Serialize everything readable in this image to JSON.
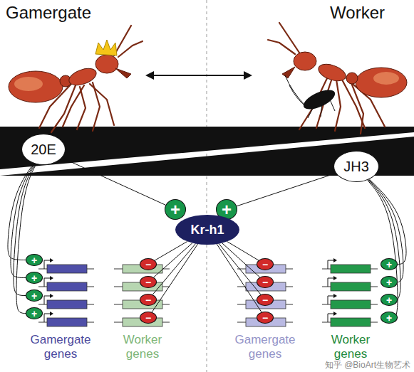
{
  "diagram": {
    "nodes": [
      {
        "text": [
          "20E"
        ]
      },
      {
        "text": [
          "JH3"
        ]
      },
      {
        "text": [
          "+"
        ]
      },
      {
        "text": [
          "+"
        ]
      },
      {
        "text": [
          "Kr-h1"
        ]
      },
      {
        "text": [
          "+"
        ]
      },
      {
        "text": [
          "+"
        ]
      },
      {
        "text": [
          "+"
        ]
      },
      {
        "text": [
          "+"
        ]
      },
      {
        "text": [
          "−"
        ]
      },
      {
        "text": [
          "−"
        ]
      },
      {
        "text": [
          "−"
        ]
      },
      {
        "text": [
          "−"
        ]
      },
      {
        "text": [
          "−"
        ]
      },
      {
        "text": [
          "−"
        ]
      },
      {
        "text": [
          "−"
        ]
      },
      {
        "text": [
          "−"
        ]
      },
      {
        "text": [
          "+"
        ]
      },
      {
        "text": [
          "+"
        ]
      },
      {
        "text": [
          "+"
        ]
      },
      {
        "text": [
          "+"
        ]
      }
    ],
    "edges": [
      {
        "from": 0,
        "to": 2,
        "arrow": "none"
      },
      {
        "from": 1,
        "to": 3,
        "arrow": "none"
      },
      {
        "from": 0,
        "to": 5,
        "arrow": "none"
      },
      {
        "from": 0,
        "to": 6,
        "arrow": "none"
      },
      {
        "from": 0,
        "to": 7,
        "arrow": "none"
      },
      {
        "from": 0,
        "to": 8,
        "arrow": "none"
      },
      {
        "from": 4,
        "to": 9,
        "arrow": "none"
      },
      {
        "from": 4,
        "to": 10,
        "arrow": "none"
      },
      {
        "from": 4,
        "to": 11,
        "arrow": "none"
      },
      {
        "from": 4,
        "to": 12,
        "arrow": "none"
      },
      {
        "from": 4,
        "to": 13,
        "arrow": "none"
      },
      {
        "from": 4,
        "to": 14,
        "arrow": "none"
      },
      {
        "from": 4,
        "to": 15,
        "arrow": "none"
      },
      {
        "from": 4,
        "to": 16,
        "arrow": "none"
      },
      {
        "from": 1,
        "to": 17,
        "arrow": "none"
      },
      {
        "from": 1,
        "to": 18,
        "arrow": "none"
      },
      {
        "from": 1,
        "to": 19,
        "arrow": "none"
      },
      {
        "from": 1,
        "to": 20,
        "arrow": "none"
      }
    ],
    "labels": [
      "Gamergate",
      "Worker",
      "Gamergate genes",
      "Worker genes",
      "Gamergate genes",
      "Worker genes",
      "知乎 @BioArt生物艺术"
    ]
  }
}
